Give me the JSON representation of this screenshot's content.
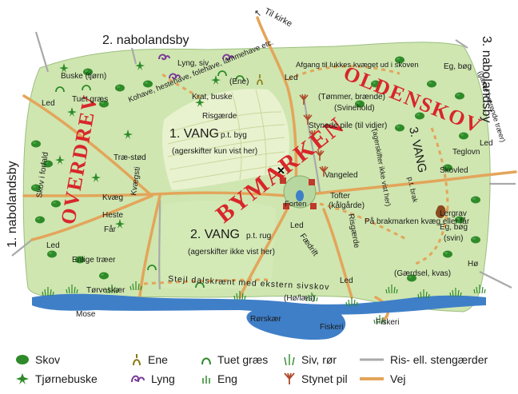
{
  "map": {
    "neighbors": {
      "north": "2. nabolandsby",
      "east": "3. nabolandsby",
      "west": "1. nabolandsby"
    },
    "road_to_church": "Til kirke",
    "region_names": {
      "overdrev": "OVERDREV",
      "bymarken": "BYMARKEN",
      "oldenskov": "OLDENSKOV"
    },
    "fields": {
      "vang1_title": "1. VANG",
      "vang1_crop": "p.t. byg",
      "vang1_note": "(agerskifter kun vist her)",
      "vang2_title": "2. VANG",
      "vang2_crop": "p.t. rug",
      "vang2_note": "(agerskifter ikke vist her)",
      "vang3_title": "3. VANG",
      "vang3_crop": "p.t. brak",
      "vang3_note": "(agerskifter ikke vist her)"
    },
    "labels": {
      "buske_tjorn": "Buske (tjørn)",
      "lyng_siv": "Lyng, siv",
      "kohave": "Kohave, hestehave, folehave, lammehave etc.",
      "ene": "(Ene)",
      "tuet_graes": "Tuet græs",
      "krat_buske": "Krat, buske",
      "led": "Led",
      "kvaegsti": "Kvægsti",
      "traestod": "Træ-stød",
      "skov_i_forfald": "Skov i forfald",
      "kvaeg": "Kvæg",
      "heste": "Heste",
      "faar": "Får",
      "enlige_traeer": "Enlige træer",
      "risgaerde": "Risgærde",
      "afgang": "Afgang til lukkes kvæget ud i skoven",
      "eg_bog": "Eg, bøg",
      "gamle_baerende": "(gamle bærende træer)",
      "tommer": "(Tømmer, brænde)",
      "svinehold": "(Svinehold)",
      "stynede_pile": "Stynede pile (til vidjer)",
      "teglovn": "Teglovn",
      "skovled": "Skovled",
      "vangeled": "Vangeled",
      "tofter": "Tofter",
      "kalgaarde": "(kålgårde)",
      "forten": "Forten",
      "faedrift": "Fædrift",
      "brakmarken": "På brakmarken kvæg eller får",
      "lergrav": "Lergrav",
      "eg_bog_svin": "Eg, bøg",
      "svin": "(svin)",
      "hoe": "Hø",
      "gaerdsel": "(Gærdsel, kvas)",
      "skraent": "Stejl dalskrænt med ekstern sivskov",
      "hoe_laes": "(Hø/læs)",
      "torveskaer": "Tørveskær",
      "mose": "Mose",
      "rorskaer": "Rørskær",
      "fiskeri": "Fiskeri"
    }
  },
  "legend": {
    "items": [
      {
        "label": "Skov",
        "icon": "tree-icon"
      },
      {
        "label": "Tjørnebuske",
        "icon": "thorn-bush-icon"
      },
      {
        "label": "Ene",
        "icon": "juniper-icon"
      },
      {
        "label": "Lyng",
        "icon": "heather-icon"
      },
      {
        "label": "Tuet græs",
        "icon": "tussock-icon"
      },
      {
        "label": "Eng",
        "icon": "meadow-icon"
      },
      {
        "label": "Siv, rør",
        "icon": "reed-icon"
      },
      {
        "label": "Stynet pil",
        "icon": "pollard-willow-icon"
      },
      {
        "label": "Ris- ell. stengærder",
        "icon": "fence-line-icon"
      },
      {
        "label": "Vej",
        "icon": "road-line-icon"
      }
    ]
  },
  "colors": {
    "grass": "#cfe6b0",
    "field": "#e9f2cf",
    "road": "#e3a55a",
    "water": "#3f7fc8",
    "tree": "#2f8a2a",
    "region_text": "#d8262b",
    "fence": "#a9a9a9"
  }
}
